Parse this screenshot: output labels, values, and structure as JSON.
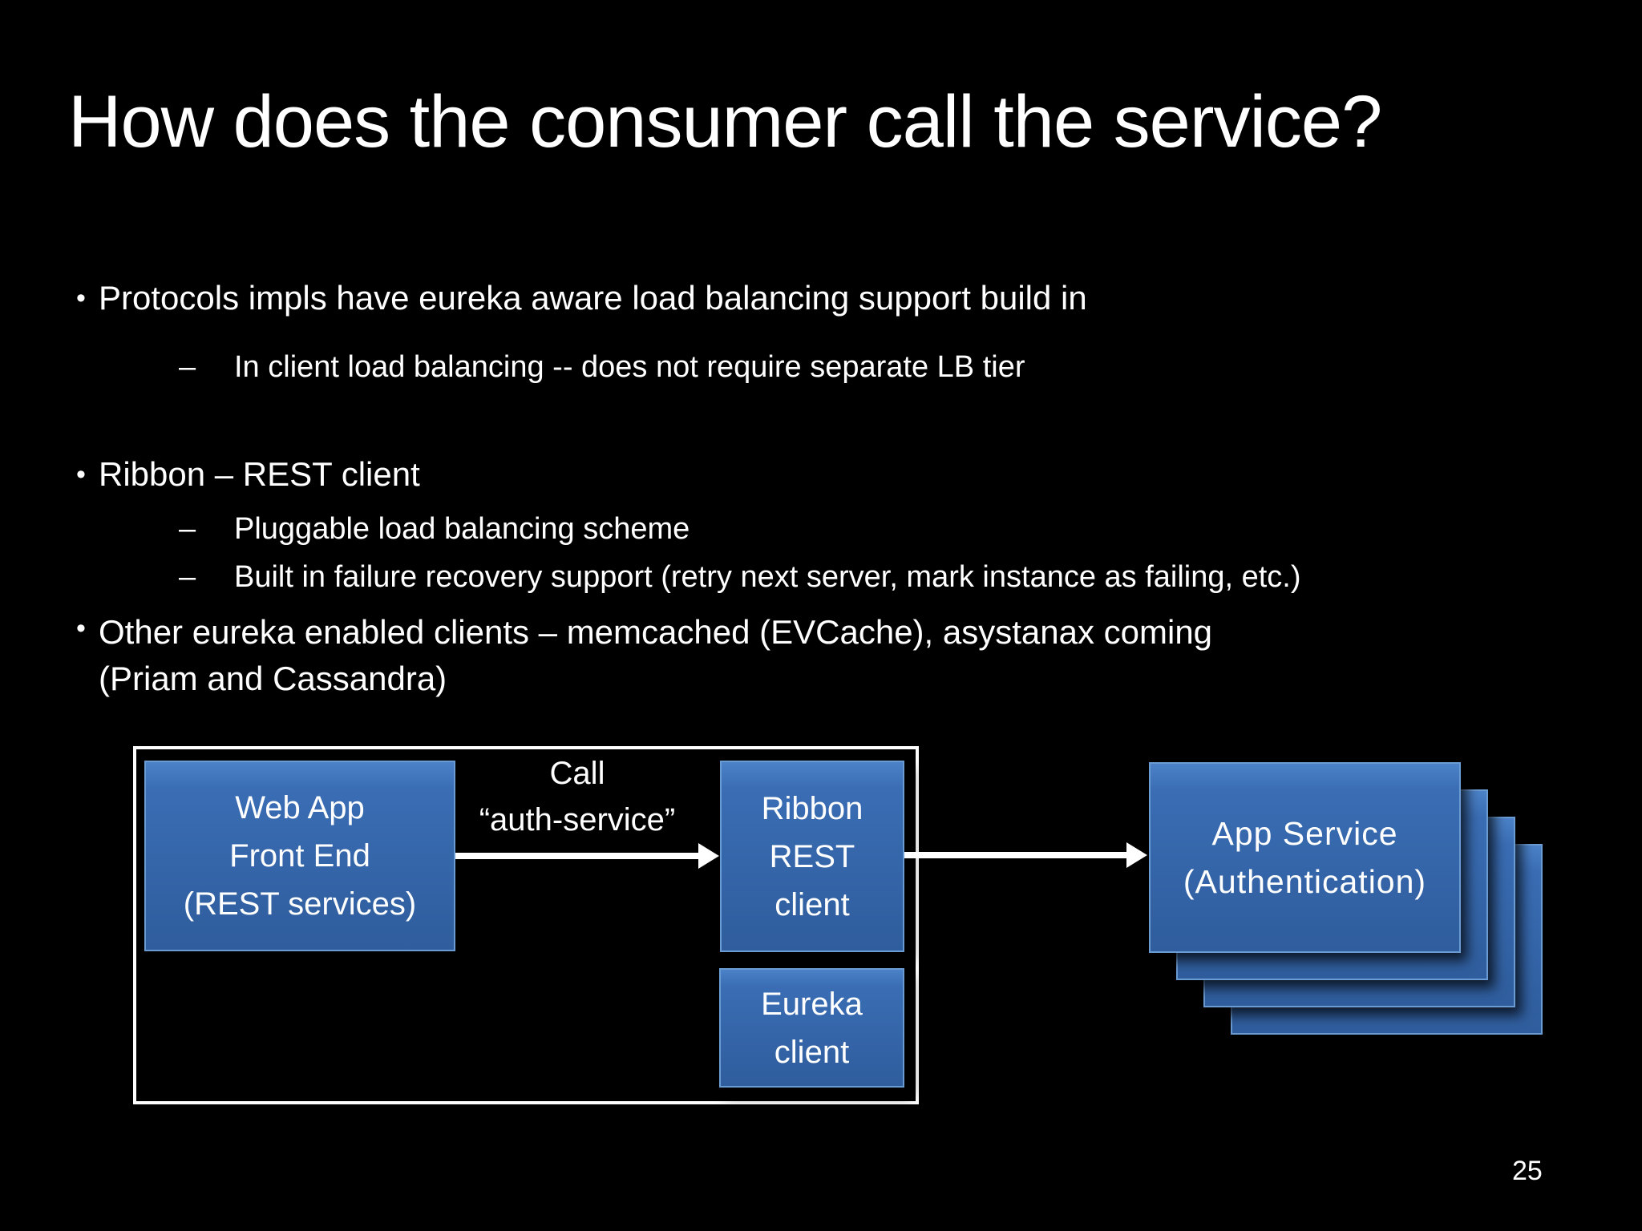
{
  "title": "How does the consumer call the service?",
  "page_number": "25",
  "bullets": [
    {
      "level": 1,
      "marker": "•",
      "text": "Protocols impls have eureka aware load balancing support build in"
    },
    {
      "level": 2,
      "marker": "–",
      "text": "In client load balancing -- does not require separate LB tier"
    },
    {
      "level": 1,
      "marker": "•",
      "text": "Ribbon – REST client"
    },
    {
      "level": 2,
      "marker": "–",
      "text": "Pluggable load balancing scheme"
    },
    {
      "level": 2,
      "marker": "–",
      "text": "Built in failure recovery support (retry next server, mark instance as failing, etc.)"
    },
    {
      "level": 1,
      "marker": "•",
      "text": "Other eureka enabled clients – memcached (EVCache), asystanax coming",
      "text_line2": "(Priam and Cassandra)"
    }
  ],
  "diagram": {
    "web_app_box": {
      "lines": [
        "Web App",
        "Front End",
        "(REST services)"
      ]
    },
    "call_label": {
      "lines": [
        "Call",
        "“auth-service”"
      ]
    },
    "ribbon_box": {
      "lines": [
        "Ribbon",
        "REST",
        "client"
      ]
    },
    "eureka_box": {
      "lines": [
        "Eureka",
        "client"
      ]
    },
    "app_service_box": {
      "lines": [
        "App Service",
        "(Authentication)"
      ],
      "instance_count": 4
    }
  },
  "colors": {
    "background": "#000000",
    "text": "#ffffff",
    "box_blue_top": "#4b82c8",
    "box_blue_bottom": "#2f5d9d",
    "box_border": "#6b9bd3",
    "outline_white": "#ffffff"
  }
}
